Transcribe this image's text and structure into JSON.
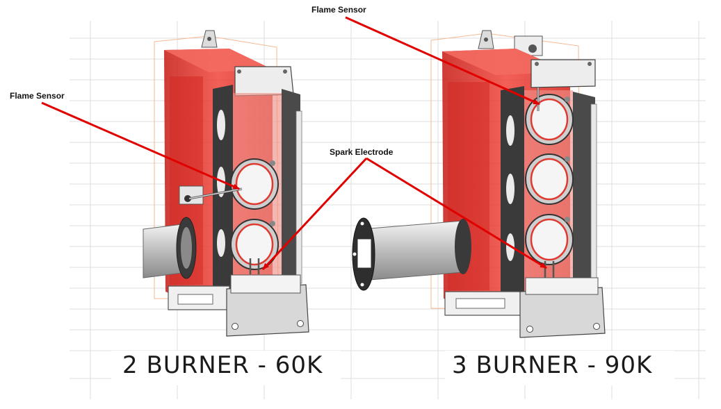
{
  "labels": {
    "flame_sensor_top": "Flame Sensor",
    "flame_sensor_left": "Flame Sensor",
    "spark_electrode": "Spark Electrode"
  },
  "captions": {
    "left": "2 BURNER - 60K",
    "right": "3 BURNER - 90K"
  },
  "colors": {
    "housing_red": "#e8322a",
    "annotation_red": "#e00000",
    "steel_dark": "#3a3a3a",
    "steel_light": "#d9d9d9",
    "grid_line": "#dcdcdc"
  }
}
